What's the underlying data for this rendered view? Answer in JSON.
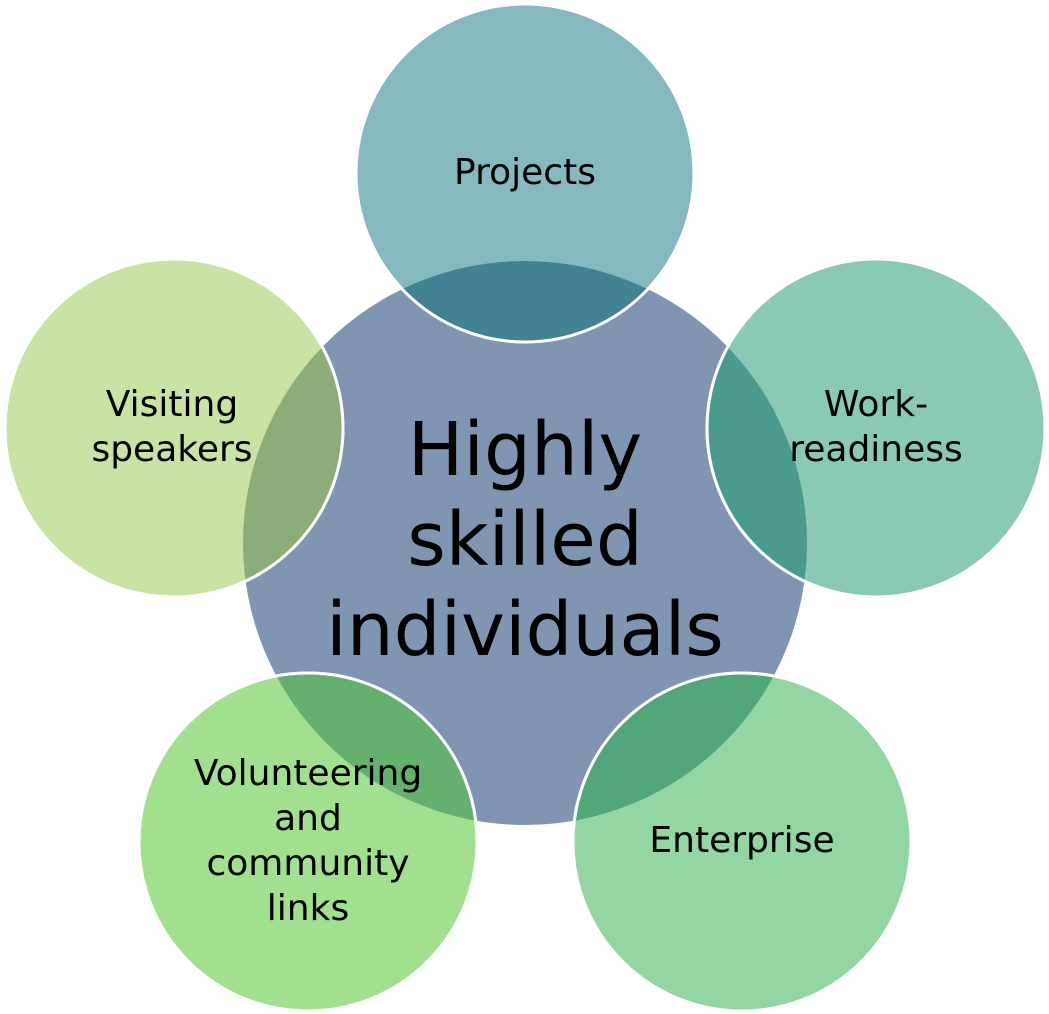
{
  "diagram": {
    "center": {
      "lines": [
        "Highly",
        "skilled",
        "individuals"
      ],
      "fill": "#7f95b2"
    },
    "satellites": [
      {
        "id": "projects",
        "lines": [
          "Projects"
        ],
        "fill": "#86b8c0"
      },
      {
        "id": "work-readiness",
        "lines": [
          "Work-",
          "readiness"
        ],
        "fill": "#8acab5"
      },
      {
        "id": "enterprise",
        "lines": [
          "Enterprise"
        ],
        "fill": "#93d6a3"
      },
      {
        "id": "volunteering",
        "lines": [
          "Volunteering",
          "and",
          "community",
          "links"
        ],
        "fill": "#a2e090"
      },
      {
        "id": "visiting-speakers",
        "lines": [
          "Visiting",
          "speakers"
        ],
        "fill": "#c9e3a5"
      }
    ],
    "overlaps": [
      {
        "id": "projects",
        "fill": "#418293"
      },
      {
        "id": "work-readiness",
        "fill": "#4b9a8f"
      },
      {
        "id": "enterprise",
        "fill": "#51a67a"
      },
      {
        "id": "volunteering",
        "fill": "#65b06f"
      },
      {
        "id": "visiting-speakers",
        "fill": "#8cad7a"
      }
    ]
  }
}
